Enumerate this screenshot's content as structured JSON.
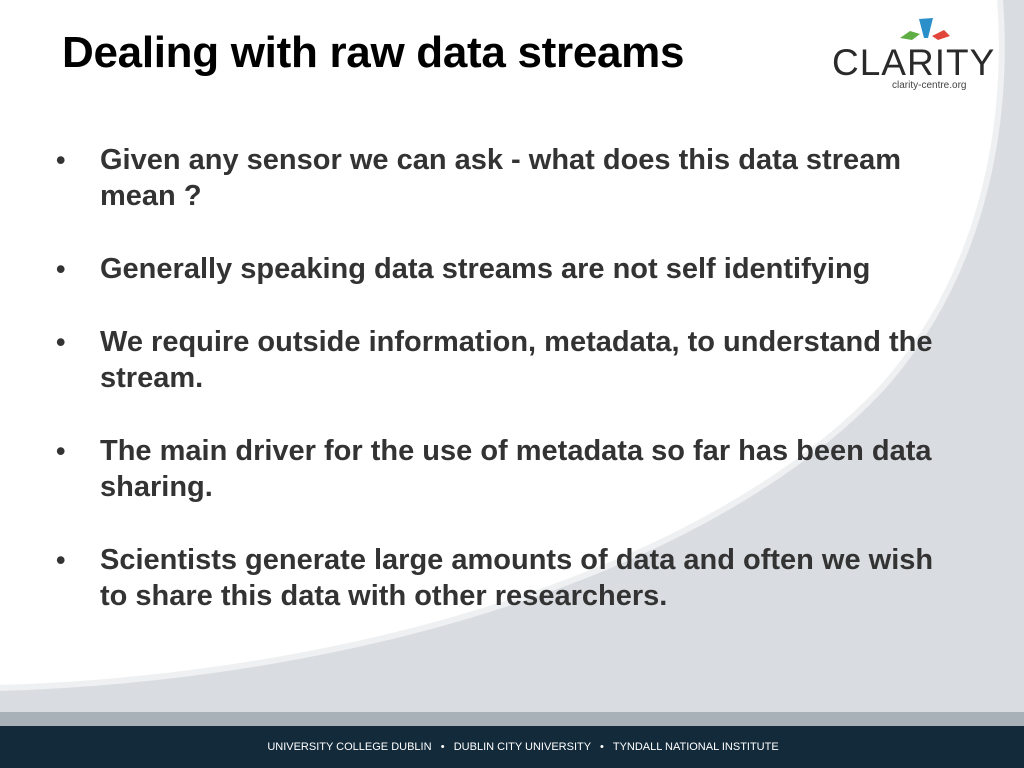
{
  "slide": {
    "title": "Dealing with raw data streams",
    "bullet_symbol": "•",
    "bullets": [
      {
        "text": "Given any sensor we can ask - what does this data stream mean ?"
      },
      {
        "text": "Generally speaking data streams are not self identifying"
      },
      {
        "text": "We require outside information, metadata, to understand the stream."
      },
      {
        "text": "The main driver for the use of metadata so far has been data sharing."
      },
      {
        "text": "Scientists generate large amounts of data and often we wish to share this data with other researchers."
      }
    ]
  },
  "logo": {
    "name": "CLARITY",
    "url": "clarity-centre.org"
  },
  "footer": {
    "text": "UNIVERSITY COLLEGE DUBLIN   •   DUBLIN CITY UNIVERSITY   •   TYNDALL NATIONAL INSTITUTE"
  },
  "colors": {
    "title": "#000000",
    "body_text": "#333333",
    "footer_bar": "#132a3a",
    "footer_band": "#a9b1b8",
    "swoosh": "#d9dde1",
    "logo_green": "#5fae45",
    "logo_blue": "#2b8fc9",
    "logo_red": "#e0473a"
  }
}
